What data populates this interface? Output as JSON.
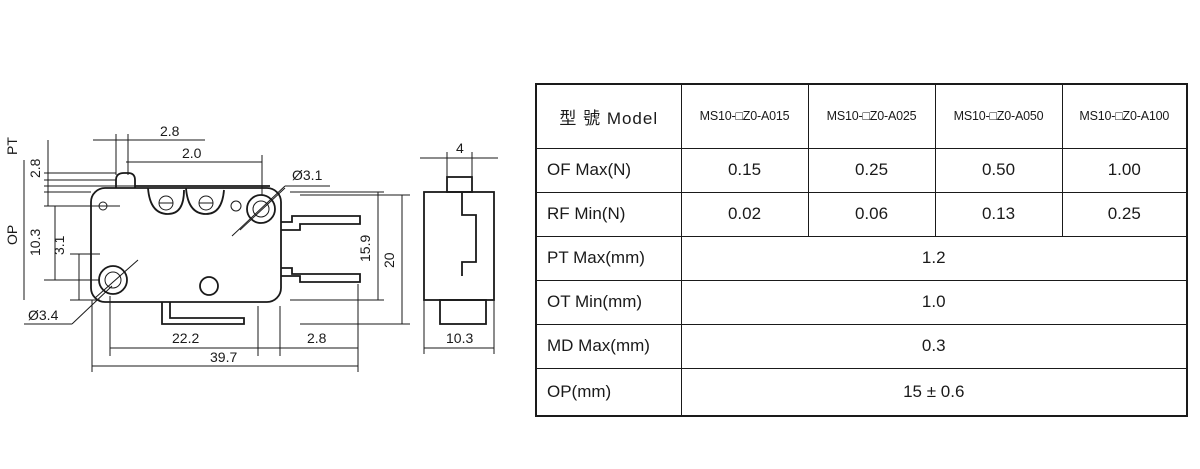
{
  "drawing": {
    "dims": {
      "pt": "PT",
      "pt_val": "2.8",
      "op": "OP",
      "op_val": "10.3",
      "op_inner": "3.1",
      "top_2_8": "2.8",
      "top_2_0": "2.0",
      "hole_top": "Ø3.1",
      "hole_bottom": "Ø3.4",
      "h_15_9": "15.9",
      "h_20": "20",
      "w_22_2": "22.2",
      "w_2_8": "2.8",
      "w_39_7": "39.7",
      "side_width": "4",
      "side_depth": "10.3"
    }
  },
  "table": {
    "header_label": "型 號 Model",
    "models": [
      "MS10-□Z0-A015",
      "MS10-□Z0-A025",
      "MS10-□Z0-A050",
      "MS10-□Z0-A100"
    ],
    "rows": [
      {
        "label": "OF Max(N)",
        "values": [
          "0.15",
          "0.25",
          "0.50",
          "1.00"
        ]
      },
      {
        "label": "RF Min(N)",
        "values": [
          "0.02",
          "0.06",
          "0.13",
          "0.25"
        ]
      },
      {
        "label": "PT Max(mm)",
        "value": "1.2"
      },
      {
        "label": "OT Min(mm)",
        "value": "1.0"
      },
      {
        "label": "MD Max(mm)",
        "value": "0.3"
      },
      {
        "label": "OP(mm)",
        "value": "15 ± 0.6"
      }
    ]
  }
}
